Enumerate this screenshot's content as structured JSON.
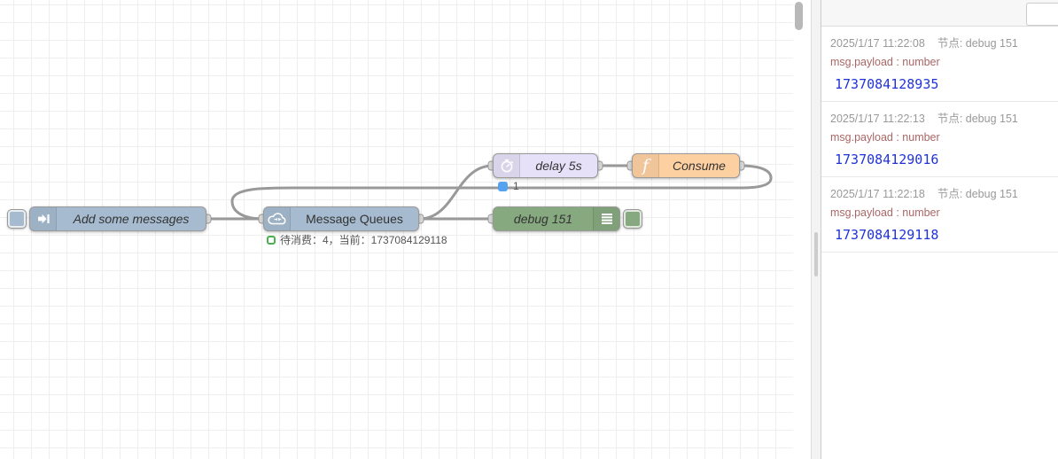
{
  "colors": {
    "canvas_bg": "#ffffff",
    "grid_line": "#eeeeee",
    "wire": "#999999",
    "node_border": "#999999",
    "port_fill": "#d9d9d9",
    "label": "#333333",
    "inject_fill": "#a6bbcf",
    "queue_fill": "#a6bbcf",
    "delay_fill": "#e6e0f8",
    "function_fill": "#fdd0a2",
    "debug_fill": "#87a980",
    "status_green": "#4caf50",
    "status_blue": "#55a3ef",
    "status_text": "#555555",
    "sidebar_toolbar_bg": "#f7f7f7",
    "sidebar_border": "#cccccc",
    "msg_meta": "#999999",
    "msg_property": "#aa6666",
    "msg_number": "#2033d9",
    "msg_separator": "#e8e8e8",
    "scroll_thumb": "#b8b8b8"
  },
  "canvas": {
    "nodes": {
      "inject": {
        "label": "Add some messages"
      },
      "queue": {
        "label": "Message Queues",
        "status": "待消费：4，当前：1737084129118"
      },
      "delay": {
        "label": "delay 5s",
        "badge": "1"
      },
      "consume": {
        "label": "Consume"
      },
      "debug": {
        "label": "debug 151"
      }
    }
  },
  "sidebar": {
    "messages": [
      {
        "timestamp": "2025/1/17 11:22:08",
        "source": "节点: debug 151",
        "property": "msg.payload : number",
        "value": "1737084128935"
      },
      {
        "timestamp": "2025/1/17 11:22:13",
        "source": "节点: debug 151",
        "property": "msg.payload : number",
        "value": "1737084129016"
      },
      {
        "timestamp": "2025/1/17 11:22:18",
        "source": "节点: debug 151",
        "property": "msg.payload : number",
        "value": "1737084129118"
      }
    ]
  }
}
